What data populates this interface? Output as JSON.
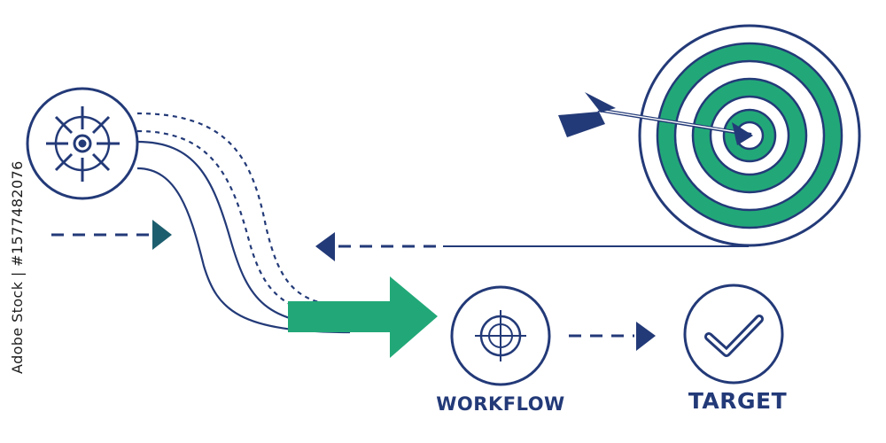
{
  "labels": {
    "workflow": "WORKFLOW",
    "target": "TARGET"
  },
  "watermark": {
    "stock_id": "Adobe Stock | #1577482076"
  },
  "colors": {
    "navy": "#233a78",
    "green": "#22a878",
    "dark_teal": "#1d5e6e"
  },
  "icons": [
    "crosshair-wheel-icon",
    "dart-board-icon",
    "arrow-icon",
    "target-scope-icon",
    "checkmark-icon"
  ]
}
